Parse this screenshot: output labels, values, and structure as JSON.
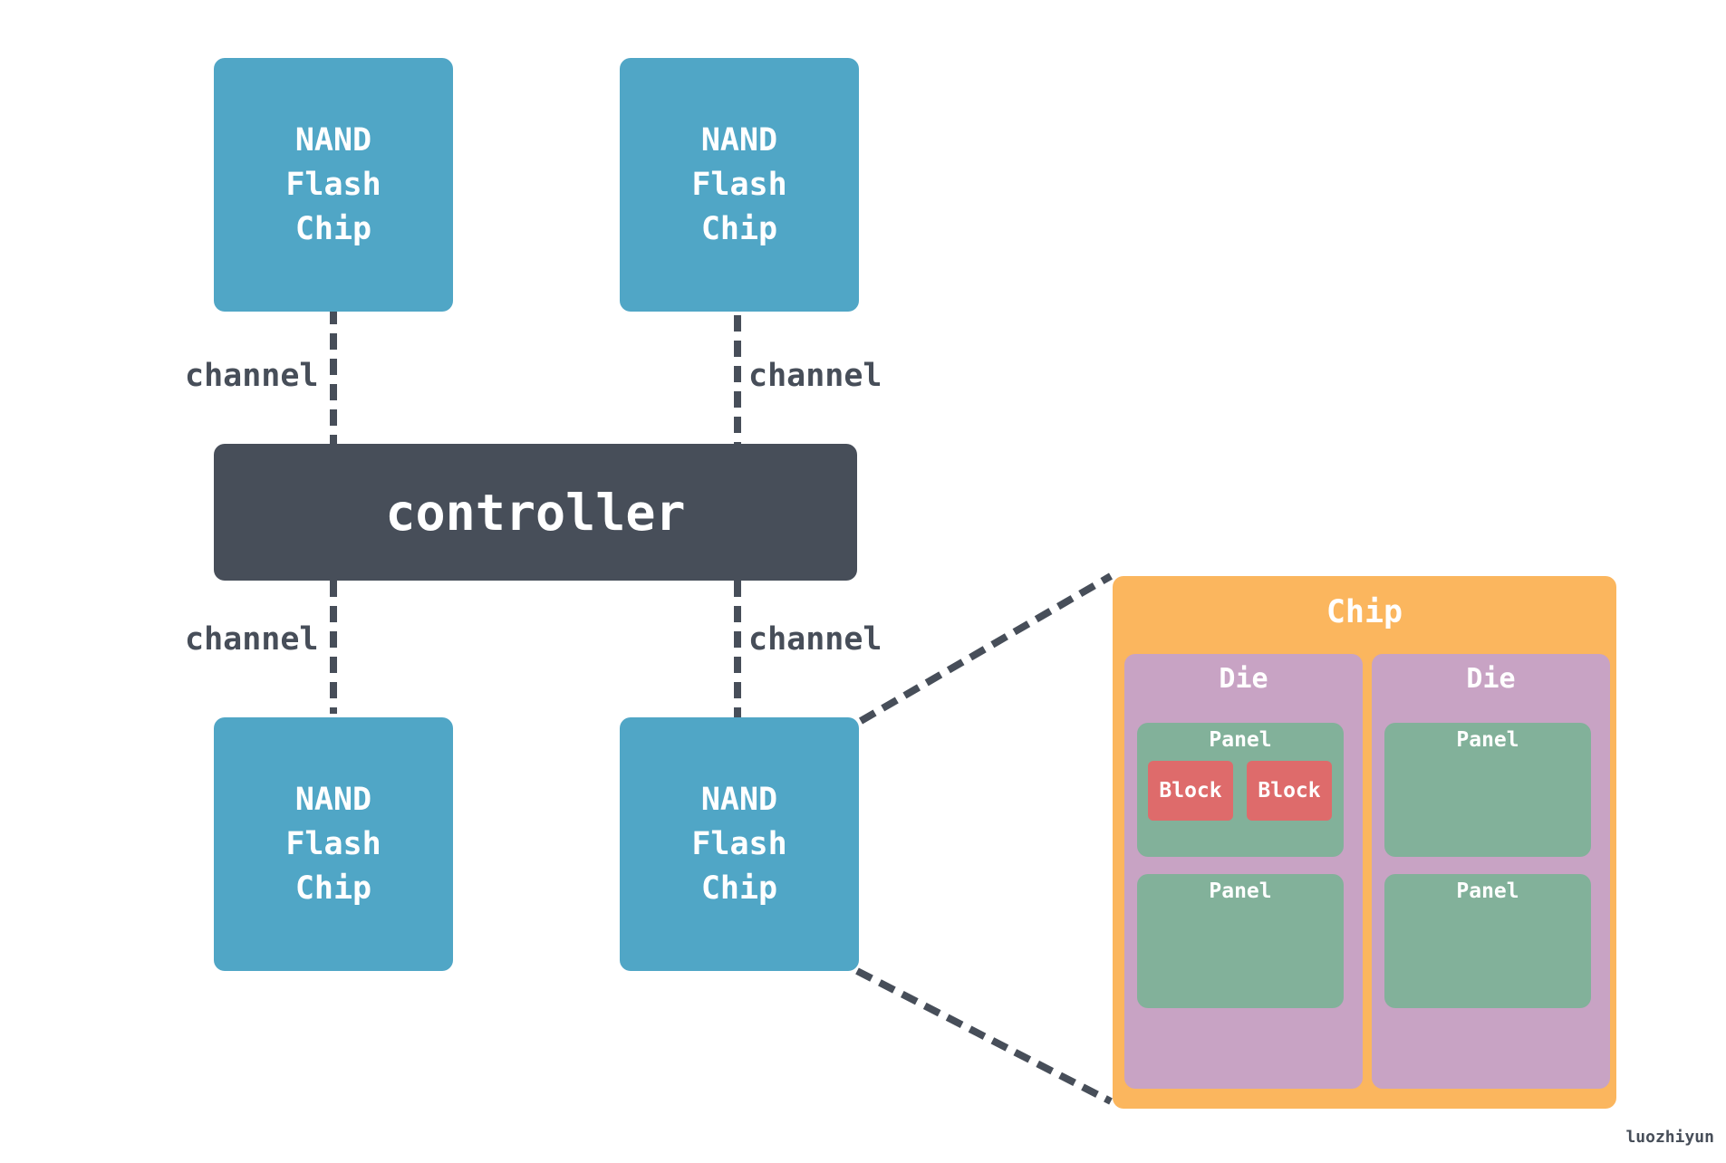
{
  "chips": [
    {
      "line1": "NAND",
      "line2": "Flash",
      "line3": "Chip"
    },
    {
      "line1": "NAND",
      "line2": "Flash",
      "line3": "Chip"
    },
    {
      "line1": "NAND",
      "line2": "Flash",
      "line3": "Chip"
    },
    {
      "line1": "NAND",
      "line2": "Flash",
      "line3": "Chip"
    }
  ],
  "controller": {
    "label": "controller"
  },
  "channels": [
    {
      "label": "channel"
    },
    {
      "label": "channel"
    },
    {
      "label": "channel"
    },
    {
      "label": "channel"
    }
  ],
  "zoom": {
    "title": "Chip",
    "dies": [
      {
        "title": "Die",
        "panels": [
          {
            "title": "Panel",
            "blocks": [
              "Block",
              "Block"
            ]
          },
          {
            "title": "Panel"
          }
        ]
      },
      {
        "title": "Die",
        "panels": [
          {
            "title": "Panel"
          },
          {
            "title": "Panel"
          }
        ]
      }
    ]
  },
  "watermark": "luozhiyun",
  "colors": {
    "chip": "#50a6c6",
    "controller": "#474e59",
    "zoom_chip": "#fbb65e",
    "die": "#c8a3c4",
    "panel": "#82b19a",
    "block": "#de6b6b",
    "connector": "#474e59"
  }
}
